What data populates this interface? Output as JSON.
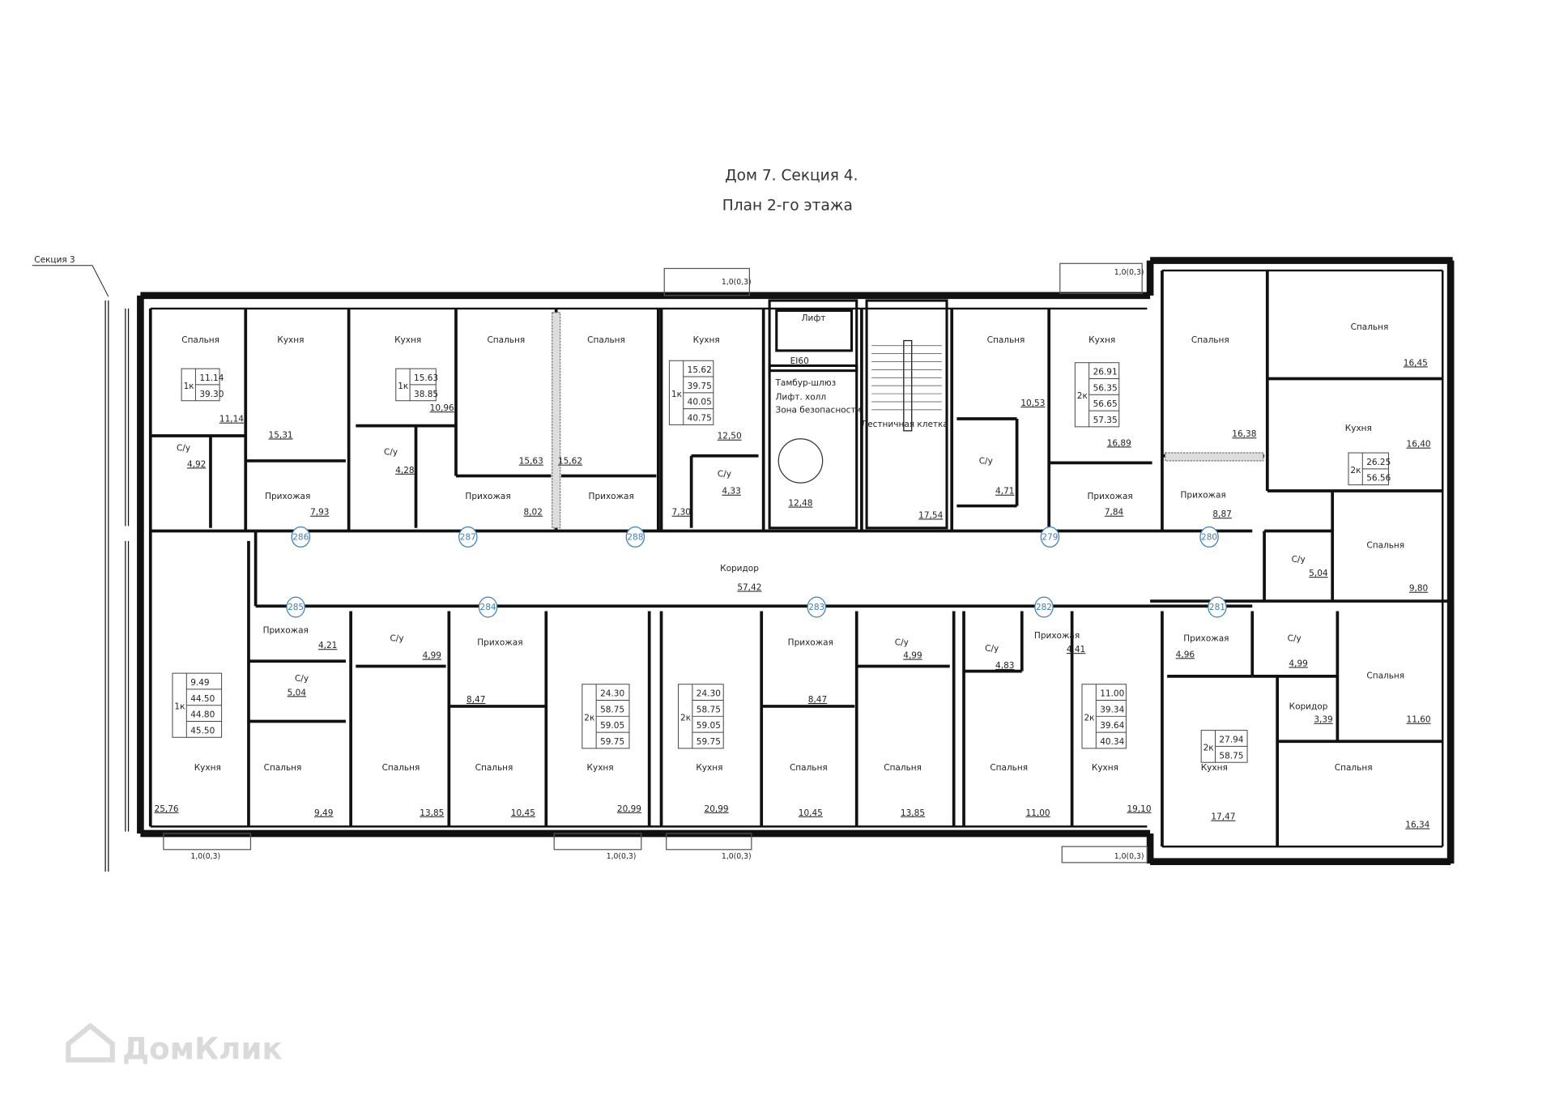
{
  "title": {
    "line1": "Дом 7. Секция 4.",
    "line2": "План 2-го этажа"
  },
  "neighbor_section_label": "Секция 3",
  "watermark": "ДомКлик",
  "colors": {
    "walls": "#111111",
    "door_numbers": "#3a7fc0",
    "hatch": "#777777"
  },
  "corridor": {
    "name": "Коридор",
    "area": "57,42"
  },
  "core": {
    "lift": "Лифт",
    "fire_rating": "EI60",
    "lobby_lines": [
      "Тамбур-шлюз",
      "Лифт. холл",
      "Зона безопасности"
    ],
    "lobby_area": "12,48",
    "stair": "Лестничная клетка",
    "stair_area": "17,54"
  },
  "balcony_label": "1,0(0,3)",
  "door_numbers": [
    "286",
    "287",
    "288",
    "279",
    "280",
    "285",
    "284",
    "283",
    "282",
    "281"
  ],
  "apartments": [
    {
      "number": "286",
      "type": "1к",
      "values": [
        "11.14",
        "39.30"
      ],
      "rooms": [
        {
          "name": "Спальня",
          "area": "11,14"
        },
        {
          "name": "Кухня",
          "area": "15,31"
        },
        {
          "name": "С/у",
          "area": "4,92"
        },
        {
          "name": "Прихожая",
          "area": "7,93"
        }
      ]
    },
    {
      "number": "287",
      "type": "1к",
      "values": [
        "15.63",
        "38.85"
      ],
      "rooms": [
        {
          "name": "Кухня",
          "area": "10,96"
        },
        {
          "name": "Спальня",
          "area": "15,63"
        },
        {
          "name": "С/у",
          "area": "4,28"
        },
        {
          "name": "Прихожая",
          "area": "8,02"
        }
      ]
    },
    {
      "number": "288",
      "type": "1к",
      "values": [
        "15.62",
        "39.75",
        "40.05",
        "40.75"
      ],
      "rooms": [
        {
          "name": "Спальня",
          "area": "15,62"
        },
        {
          "name": "Прихожая",
          "area": "7,30"
        },
        {
          "name": "Кухня",
          "area": "12,50"
        },
        {
          "name": "С/у",
          "area": "4,33"
        }
      ]
    },
    {
      "number": "279",
      "type": "2к",
      "values": [
        "26.91",
        "56.35",
        "56.65",
        "57.35"
      ],
      "rooms": [
        {
          "name": "Спальня",
          "area": "10,53"
        },
        {
          "name": "С/у",
          "area": "4,71"
        },
        {
          "name": "Кухня",
          "area": "16,89"
        },
        {
          "name": "Прихожая",
          "area": "7,84"
        }
      ]
    },
    {
      "number": "280",
      "type": "2к",
      "values": [
        "26.25",
        "56.56"
      ],
      "rooms": [
        {
          "name": "Спальня",
          "area": "16,38"
        },
        {
          "name": "Спальня",
          "area": "16,45"
        },
        {
          "name": "Кухня",
          "area": "16,40"
        },
        {
          "name": "Прихожая",
          "area": "8,87"
        },
        {
          "name": "С/у",
          "area": "5,04"
        },
        {
          "name": "Спальня",
          "area": "9,80"
        }
      ]
    },
    {
      "number": "285",
      "type": "1к",
      "values": [
        "9.49",
        "44.50",
        "44.80",
        "45.50"
      ],
      "rooms": [
        {
          "name": "Прихожая",
          "area": "4,21"
        },
        {
          "name": "С/у",
          "area": "5,04"
        },
        {
          "name": "Кухня",
          "area": "25,76"
        },
        {
          "name": "Спальня",
          "area": "9,49"
        }
      ]
    },
    {
      "number": "284",
      "type": "2к",
      "values": [
        "24.30",
        "58.75",
        "59.05",
        "59.75"
      ],
      "rooms": [
        {
          "name": "С/у",
          "area": "4,99"
        },
        {
          "name": "Прихожая",
          "area": "8,47"
        },
        {
          "name": "Спальня",
          "area": "13,85"
        },
        {
          "name": "Спальня",
          "area": "10,45"
        },
        {
          "name": "Кухня",
          "area": "20,99"
        }
      ]
    },
    {
      "number": "283",
      "type": "2к",
      "values": [
        "24.30",
        "58.75",
        "59.05",
        "59.75"
      ],
      "rooms": [
        {
          "name": "Прихожая",
          "area": "8,47"
        },
        {
          "name": "С/у",
          "area": "4,99"
        },
        {
          "name": "Кухня",
          "area": "20,99"
        },
        {
          "name": "Спальня",
          "area": "10,45"
        },
        {
          "name": "Спальня",
          "area": "13,85"
        }
      ]
    },
    {
      "number": "282",
      "type": "2к",
      "values": [
        "11.00",
        "39.34",
        "39.64",
        "40.34"
      ],
      "rooms": [
        {
          "name": "С/у",
          "area": "4,83"
        },
        {
          "name": "Прихожая",
          "area": "4,41"
        },
        {
          "name": "Спальня",
          "area": "11,00"
        },
        {
          "name": "Кухня",
          "area": "19,10"
        }
      ]
    },
    {
      "number": "281",
      "type": "2к",
      "values": [
        "27.94",
        "58.75"
      ],
      "rooms": [
        {
          "name": "Прихожая",
          "area": "4,96"
        },
        {
          "name": "С/у",
          "area": "4,99"
        },
        {
          "name": "Коридор",
          "area": "3,39"
        },
        {
          "name": "Спальня",
          "area": "11,60"
        },
        {
          "name": "Кухня",
          "area": "17,47"
        },
        {
          "name": "Спальня",
          "area": "16,34"
        }
      ]
    }
  ]
}
